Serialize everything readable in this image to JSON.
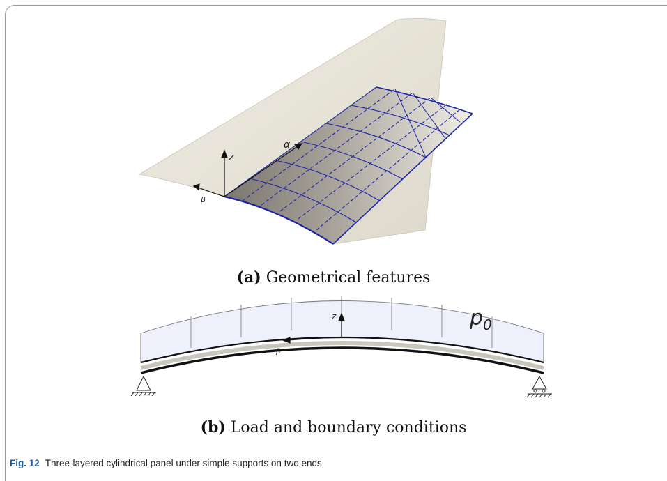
{
  "figure": {
    "label": "Fig. 12",
    "caption": "Three-layered cylindrical panel under simple supports on two ends"
  },
  "panel_a": {
    "tag": "(a)",
    "title": "Geometrical features",
    "axis_z": "z",
    "axis_alpha": "α",
    "axis_beta": "β"
  },
  "panel_b": {
    "tag": "(b)",
    "title": "Load and boundary conditions",
    "axis_z": "z",
    "axis_beta": "β",
    "load_label_base": "p",
    "load_label_sub": "0"
  },
  "colors": {
    "shell": "#e7e3d6",
    "mesh": "#1c23a8",
    "load_fill": "#eef1fb",
    "core": "#c9c6bb",
    "caption_label": "#1d5aa6"
  }
}
